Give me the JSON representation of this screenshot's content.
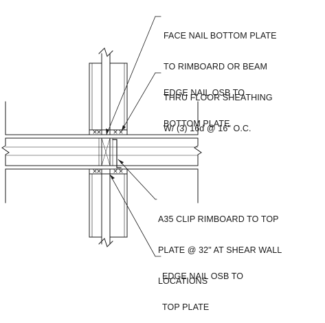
{
  "drawing": {
    "line_color": "#1a1a1a",
    "background": "#ffffff"
  },
  "notes": {
    "face_nail": {
      "lines": [
        "FACE NAIL BOTTOM PLATE",
        "TO RIMBOARD OR BEAM",
        "THRU FLOOR SHEATHING",
        "W/ (3) 16d @ 16\" O.C."
      ]
    },
    "edge_nail_bottom": {
      "lines": [
        "EDGE NAIL OSB TO",
        "BOTTOM PLATE"
      ]
    },
    "a35_clip": {
      "lines": [
        "A35 CLIP RIMBOARD TO TOP",
        "PLATE @ 32\" AT SHEAR WALL",
        "LOCATIONS"
      ]
    },
    "edge_nail_top": {
      "lines": [
        "EDGE NAIL OSB TO",
        "TOP PLATE"
      ]
    }
  }
}
